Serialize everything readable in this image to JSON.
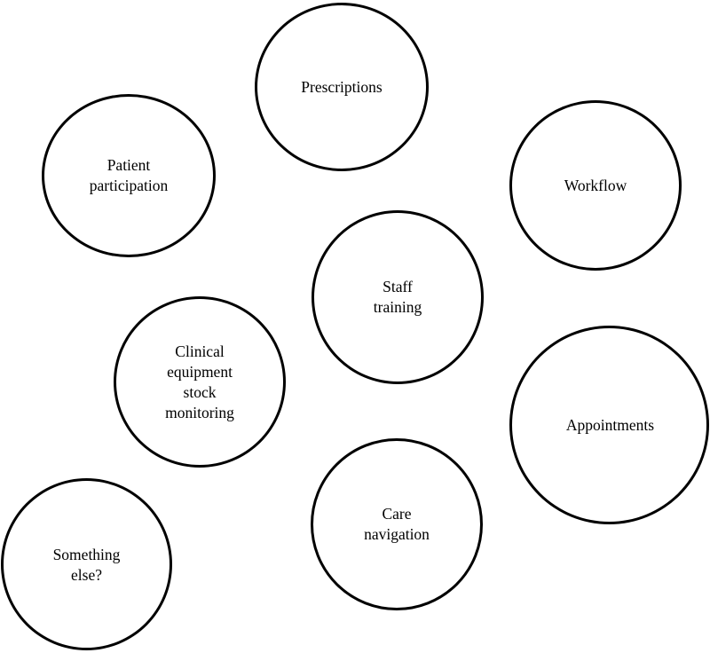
{
  "bubbles": {
    "prescriptions": "Prescriptions",
    "patient_participation": "Patient\nparticipation",
    "workflow": "Workflow",
    "staff_training": "Staff\ntraining",
    "clinical_equipment": "Clinical\nequipment\nstock\nmonitoring",
    "appointments": "Appointments",
    "care_navigation": "Care\nnavigation",
    "something_else": "Something\nelse?"
  }
}
